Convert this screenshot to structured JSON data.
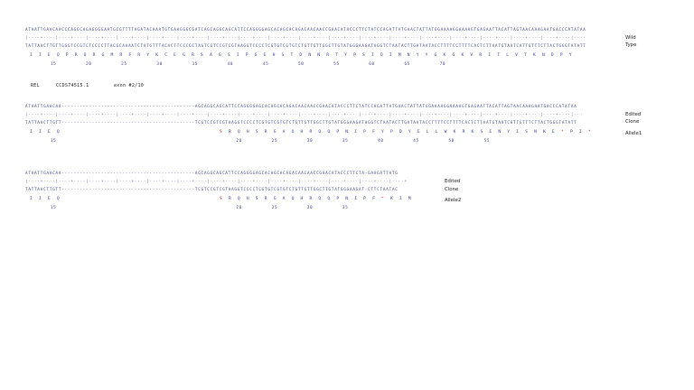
{
  "document": {
    "type": "sequence-alignment-viewer",
    "colors": {
      "sequence": "#3b3b8f",
      "ruler": "#5a5aa8",
      "mutation": "#d12b2b",
      "label": "#1a1a1a",
      "background": "#ffffff"
    }
  },
  "metadata": {
    "gene": "REL",
    "ccds": "CCDS74515.1",
    "exon": "exon #2/10"
  },
  "blocks": [
    {
      "id": "wild-type",
      "label_line1": "Wild",
      "label_line2": "Type",
      "label_line3": "",
      "sense": "ATAATTGAACAACCCAGGCAGAGGGGAATGCGTTTTAGATACAAATGTGAAGGGCGATCAGCAGGCAGCATTCCAGGGGAGCACAGCACAGACAACAACCGAACATACCCTTCTATCCAGATTATGAACTATTATGGAAAAGGAAAAGTGAGAATTACATTAGTAACAAAGAATGACCCATATAA",
      "ruler": "|····+····|····+····|····+····|····+····|····+····|····+····|····+····|····+····|····+····|····+····|····+····|····+····|····+····|····+····|····+····|····+····|····+····|····+····|····",
      "antisense": "TATTAACTTGTTGGGTCCGTCTCCCCTTACGCAAAATCTATGTTTACACTTCCCGCTAGTCGTCCGTCGTAAGGTCCCCTCGTGTCGTGTCTGTTGTTGGCTTGTATGGGAAGATAGGTCTAATACTTGATAATACCTTTTCCTTTTCACTCTTAATGTAATCATTGTTTCTTACTGGGTATATT",
      "protein": "I  I  E  Q  P  R  Q  R  G  M  R  F  R  Y  K  C  E  G  R  S  A  G  S  I  P  G  E  H  S  T  D  N  N  R  T  Y  P  S  I  Q  I  M  N  Y  Y  G  K  G  K  V  R  I  T  L  V  T  K  N  D  P  Y",
      "numbers": "       15          20          25          30          35          40          45          50          55          60          65          70",
      "mutation_positions": []
    },
    {
      "id": "edited-clone-allele1",
      "label_line1": "Edited",
      "label_line2": "Clone",
      "label_line3": "Allele1",
      "sense": "ATAATTGAACAA--------------------------------------------AGCAGGCAGCATTCCAGGGGAGCACAGCACAGACAACAACCGAACATACCCTTCTATCCAGATTATGAACTATTATGGAAAAGGAAAAGTGAGAATTACATTAGTAACAAAGAATGACCCATATAA",
      "ruler": "|····+····|····+····|····+····|····+····|····+····|····+····|····+····|····+····|····+····|····+····|····+····|····+····|····+····|····+····|····+····|····+····|····+····|····+····|···",
      "antisense": "TATTAACTTGTT--------------------------------------------TCGTCCGTCGTAAGGTCCCCTCGTGTCGTGTCTGTTGTTGGCTTGTATGGGAAGATAGGTCTAATACTTGATAATACCTTTTCCTTTTCACTCTTAATGTAATCATTGTTTCTTACTGGGTATATT",
      "protein_prefix": "I  I  E  Q",
      "protein_body": "S  R  Q  H  S  R  G  A  Q  H  R  Q  Q  P  N  I  P  F  Y  P  D  Y  E  L  L  W  K  R  K  S  E  N  Y  I  S  N  K  E  *  P  I  *",
      "numbers": "       15                                                             20          25          30          35          40          45          50          55",
      "mutation_tokens": [
        "S",
        "*",
        "*"
      ]
    },
    {
      "id": "edited-clone-allele2",
      "label_line1": "Edited",
      "label_line2": "Clone",
      "label_line3": "Allele2",
      "sense": "ATAATTGAACAA--------------------------------------------AGCAGGCAGCATTCCAGGGGAGCACAGCACAGACAACAACCGAACATACCCTTCTA-GAAGATTATG",
      "ruler": "|····+····|····+····|····+····|····+····|····+····|····+····|····+····|····+····|····+····|····+····|····+····|····+····|····+",
      "antisense": "TATTAACTTGTT--------------------------------------------TCGTCCGTCGTAAGGTCCCCTCGTGTCGTGTCTGTTGTTGGCTTGTATGGGAAGAT-CTTCTAATAC",
      "protein_prefix": "I  I  E  Q",
      "protein_body": "S  R  Q  H  S  R  G  A  Q  H  R  Q  Q  P  N  I  P  F  *  K  I  M",
      "numbers": "       15                                                             20          25          30          35",
      "mutation_tokens": [
        "S",
        "*"
      ]
    }
  ]
}
